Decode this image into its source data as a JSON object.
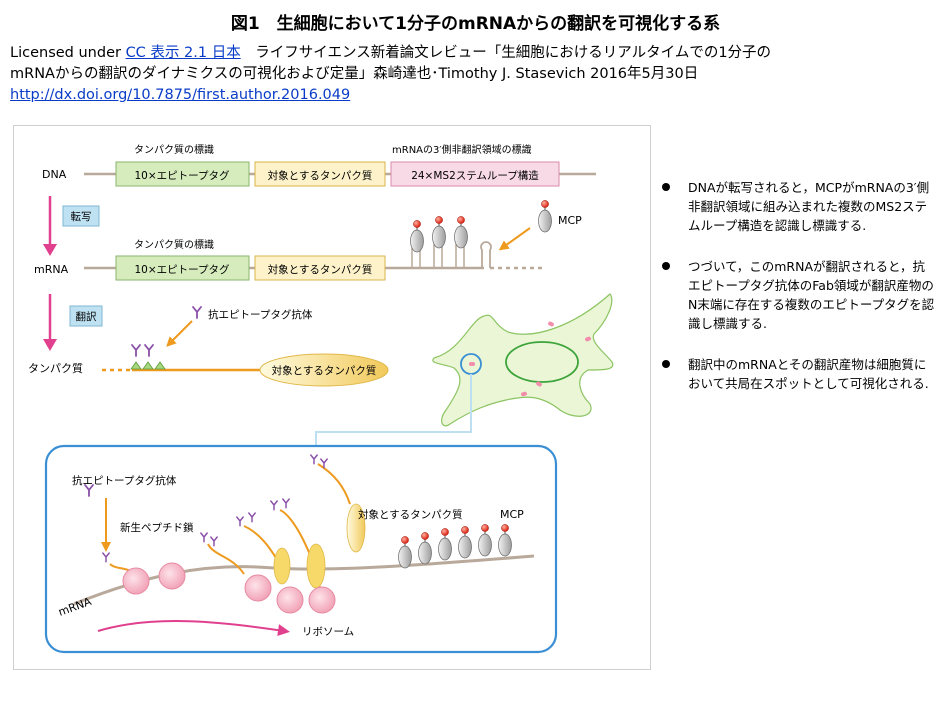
{
  "title": "図1　生細胞において1分子のmRNAからの翻訳を可視化する系",
  "credit": {
    "prefix": "Licensed under ",
    "license_link": "CC 表示 2.1 日本",
    "text_line1": "　ライフサイエンス新着論文レビュー「生細胞におけるリアルタイムでの1分子の",
    "text_line2": "mRNAからの翻訳のダイナミクスの可視化および定量」森崎達也･Timothy J. Stasevich 2016年5月30日",
    "doi_link": "http://dx.doi.org/10.7875/first.author.2016.049"
  },
  "diagram": {
    "dna_label": "DNA",
    "mrna_label": "mRNA",
    "protein_label": "タンパク質",
    "tag_label_dna": "タンパク質の標識",
    "utr_label": "mRNAの3′側非翻訳領域の標識",
    "tag_label_mrna": "タンパク質の標識",
    "tag_box": "10×エピトープタグ",
    "target_box": "対象とするタンパク質",
    "ms2_box": "24×MS2ステムループ構造",
    "transcription": "転写",
    "translation": "翻訳",
    "mcp": "MCP",
    "antibody": "抗エピトープタグ抗体",
    "target_oval": "対象とするタンパク質",
    "zoom_antibody": "抗エピトープタグ抗体",
    "nascent": "新生ペプチド鎖",
    "zoom_target": "対象とするタンパク質",
    "zoom_mcp": "MCP",
    "zoom_mrna": "mRNA",
    "ribosome": "リボソーム"
  },
  "bullets": [
    "DNAが転写されると，MCPがmRNAの3′側非翻訳領域に組み込まれた複数のMS2ステムループ構造を認識し標識する.",
    "つづいて，このmRNAが翻訳されると，抗エピトープタグ抗体のFab領域が翻訳産物のN末端に存在する複数のエピトープタグを認識し標識する.",
    "翻訳中のmRNAとその翻訳産物は細胞質において共局在スポットとして可視化される."
  ]
}
